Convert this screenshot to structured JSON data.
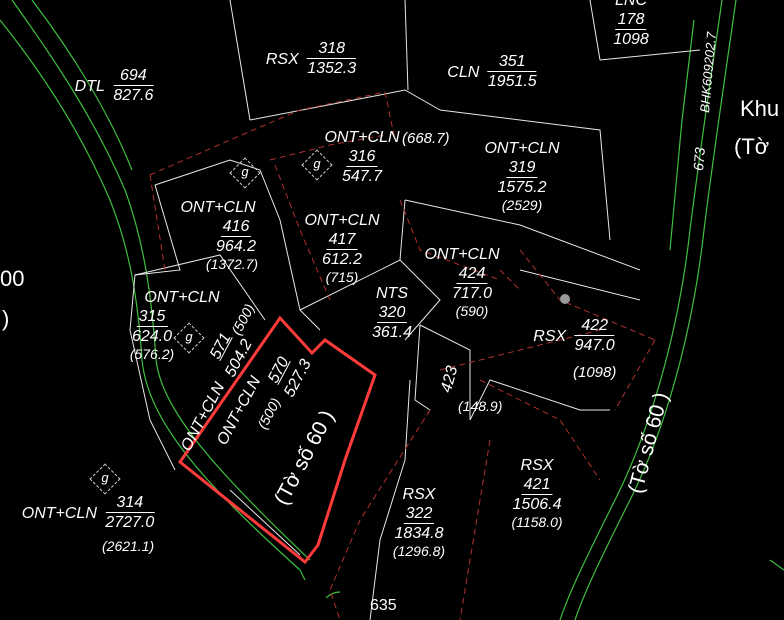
{
  "colors": {
    "background": "#000000",
    "white_line": "#ffffff",
    "road_green": "#3fbf3f",
    "boundary_red_dashed": "#b03030",
    "highlight_red": "#ff3b3b",
    "text": "#ffffff"
  },
  "parcels": [
    {
      "id": "p694",
      "type": "DTL",
      "number": "694",
      "area": "827.6"
    },
    {
      "id": "p318",
      "type": "RSX",
      "number": "318",
      "area": "1352.3"
    },
    {
      "id": "p351",
      "type": "CLN",
      "number": "351",
      "area": "1951.5"
    },
    {
      "id": "p178",
      "type": "LNC",
      "number": "178",
      "area": "1098"
    },
    {
      "id": "p316",
      "type": "ONT+CLN",
      "number": "316",
      "area": "547.7",
      "legal": "(668.7)"
    },
    {
      "id": "p319",
      "type": "ONT+CLN",
      "number": "319",
      "area": "1575.2",
      "legal": "(2529)"
    },
    {
      "id": "p416",
      "type": "ONT+CLN",
      "number": "416",
      "area": "964.2",
      "legal": "(1372.7)"
    },
    {
      "id": "p417",
      "type": "ONT+CLN",
      "number": "417",
      "area": "612.2",
      "legal": "(715)"
    },
    {
      "id": "p424",
      "type": "ONT+CLN",
      "number": "424",
      "area": "717.0",
      "legal": "(590)"
    },
    {
      "id": "p320",
      "type": "NTS",
      "number": "320",
      "area": "361.4"
    },
    {
      "id": "p422",
      "type": "RSX",
      "number": "422",
      "area": "947.0",
      "legal": "(1098)"
    },
    {
      "id": "p315",
      "type": "ONT+CLN",
      "number": "315",
      "area": "624.0",
      "legal": "(576.2)"
    },
    {
      "id": "p421",
      "type": "RSX",
      "number": "421",
      "area": "1506.4",
      "legal": "(1158.0)"
    },
    {
      "id": "p322",
      "type": "RSX",
      "number": "322",
      "area": "1834.8",
      "legal": "(1296.8)"
    },
    {
      "id": "p314",
      "type": "ONT+CLN",
      "number": "314",
      "area": "2727.0",
      "legal": "(2621.1)"
    }
  ],
  "rotated": {
    "p571_type": "ONT+CLN",
    "p571_num": "571",
    "p571_area": "504.2",
    "p570_type": "ONT+CLN",
    "p570_num": "570",
    "p570_area": "527.3",
    "p570_legal": "(500)",
    "p571_legal": "(500)",
    "sheet_center": "(Tờ số 60 )",
    "sheet_right": "(Tờ số 60 )",
    "p423": "423",
    "p673": "673",
    "bhk": "BHK609202.7"
  },
  "misc": {
    "legal_1489": "(148.9)",
    "p635": "635",
    "left_00": "00",
    "left_paren": ")",
    "khu": "Khu",
    "to_partial": "(Tờ",
    "g1": "g",
    "g2": "g",
    "g3": "g",
    "g4": "g"
  }
}
